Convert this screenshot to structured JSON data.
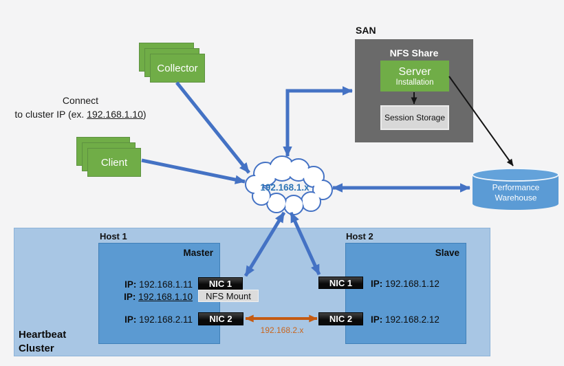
{
  "connect_note": {
    "line1": "Connect",
    "line2_prefix": "to cluster IP (ex. ",
    "ip": "192.168.1.10",
    "line2_suffix": ")"
  },
  "stacks": {
    "collector": "Collector",
    "client": "Client"
  },
  "san": {
    "title": "SAN",
    "share_label": "NFS Share",
    "server_title": "Server",
    "server_subtitle": "Installation",
    "storage_label": "Session Storage"
  },
  "network_cloud": {
    "label": "192.168.1.x"
  },
  "warehouse": {
    "line1": "Performance",
    "line2": "Warehouse"
  },
  "cluster": {
    "label_line1": "Heartbeat",
    "label_line2": "Cluster",
    "heartbeat_network_label": "192.168.2.x",
    "hosts": [
      {
        "name": "Host 1",
        "role": "Master",
        "ip_prefix": "IP:",
        "nic1": "NIC 1",
        "nic1_ip": "192.168.1.11",
        "nfs_mount": "NFS Mount",
        "cluster_ip": "192.168.1.10",
        "nic2": "NIC 2",
        "nic2_ip": "192.168.2.11"
      },
      {
        "name": "Host 2",
        "role": "Slave",
        "ip_prefix": "IP:",
        "nic1": "NIC 1",
        "nic1_ip": "192.168.1.12",
        "nic2": "NIC 2",
        "nic2_ip": "192.168.2.12"
      }
    ]
  },
  "colors": {
    "accent_blue": "#4472c4",
    "host_blue": "#5b9ad2",
    "cluster_bg": "#a8c6e4",
    "green": "#70ad47",
    "san_gray": "#6a6a6a",
    "orange": "#c55a11",
    "cloud_text_blue": "#2e75b6"
  }
}
